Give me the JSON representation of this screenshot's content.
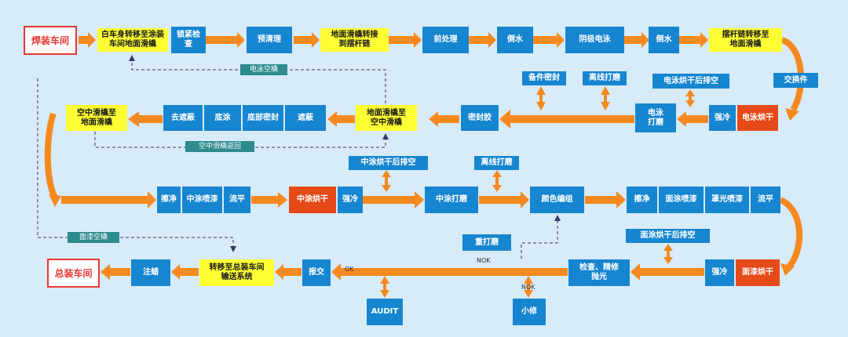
{
  "colors": {
    "background": "#d8ebf8",
    "process_blue": "#1686d0",
    "transfer_yellow": "#ffff33",
    "oven_red": "#e64a19",
    "workshop_red": "#e53935",
    "arrow_orange": "#f5891f",
    "tag_teal": "#2d8b8e",
    "dashed_line": "#3a3a6a"
  },
  "nodes": {
    "body_shop": "焊装车间",
    "transfer_to_paint": "白车身转移至涂装\n车间地面滑橇",
    "lock_check": "锁紧检\n查",
    "pre_clean": "预清理",
    "ground_to_pendulum": "地面滑橇转接\n到摆杆链",
    "pretreatment": "前处理",
    "drain_1": "倒水",
    "cathodic_ep": "阴极电泳",
    "drain_2": "倒水",
    "pendulum_to_ground": "摆杆链转移至\n地面滑橇",
    "exchange_parts": "交换件",
    "ep_bake": "电泳烘干",
    "ep_strong_cool": "强冷",
    "ep_sanding": "电泳\n打磨",
    "ep_post_bake_ventilation": "电泳烘干后排空",
    "parts_sealing": "备件密封",
    "offline_sanding_1": "离线打磨",
    "sealant": "密封胶",
    "ground_to_overhead": "地面滑橇至\n空中滑橇",
    "masking": "遮蔽",
    "underbody_sealing": "底部密封",
    "underbody_coating": "底涂",
    "unmasking": "去遮蔽",
    "overhead_to_ground": "空中滑橇至\n地面滑橇",
    "wipe_1": "擦净",
    "primer_spray": "中涂喷漆",
    "flash_off_1": "流平",
    "primer_bake": "中涂烘干",
    "primer_strong_cool": "强冷",
    "primer_post_bake_ventilation": "中涂烘干后排空",
    "primer_sanding": "中涂打磨",
    "offline_sanding_2": "离线打磨",
    "color_grouping": "颜色编组",
    "wipe_2": "擦净",
    "topcoat_spray": "面涂喷漆",
    "clearcoat_spray": "罩光喷漆",
    "flash_off_2": "流平",
    "topcoat_bake": "面漆烘干",
    "topcoat_strong_cool": "强冷",
    "topcoat_post_bake_ventilation": "面涂烘干后排空",
    "inspect_polish": "检查、精修\n抛光",
    "re_sanding": "重打磨",
    "minor_repair": "小修",
    "audit": "AUDIT",
    "handover": "报交",
    "transfer_to_assembly": "转移至总装车间\n输送系统",
    "wax_injection": "注蜡",
    "assembly_shop": "总装车间"
  },
  "return_lines": {
    "ep_empty_skid": "电泳空橇",
    "overhead_skid_return": "空中滑橇返回",
    "topcoat_empty_skid": "面漆空橇"
  },
  "decisions": {
    "ok": "OK",
    "nok_1": "NOK",
    "nok_2": "NOK"
  }
}
